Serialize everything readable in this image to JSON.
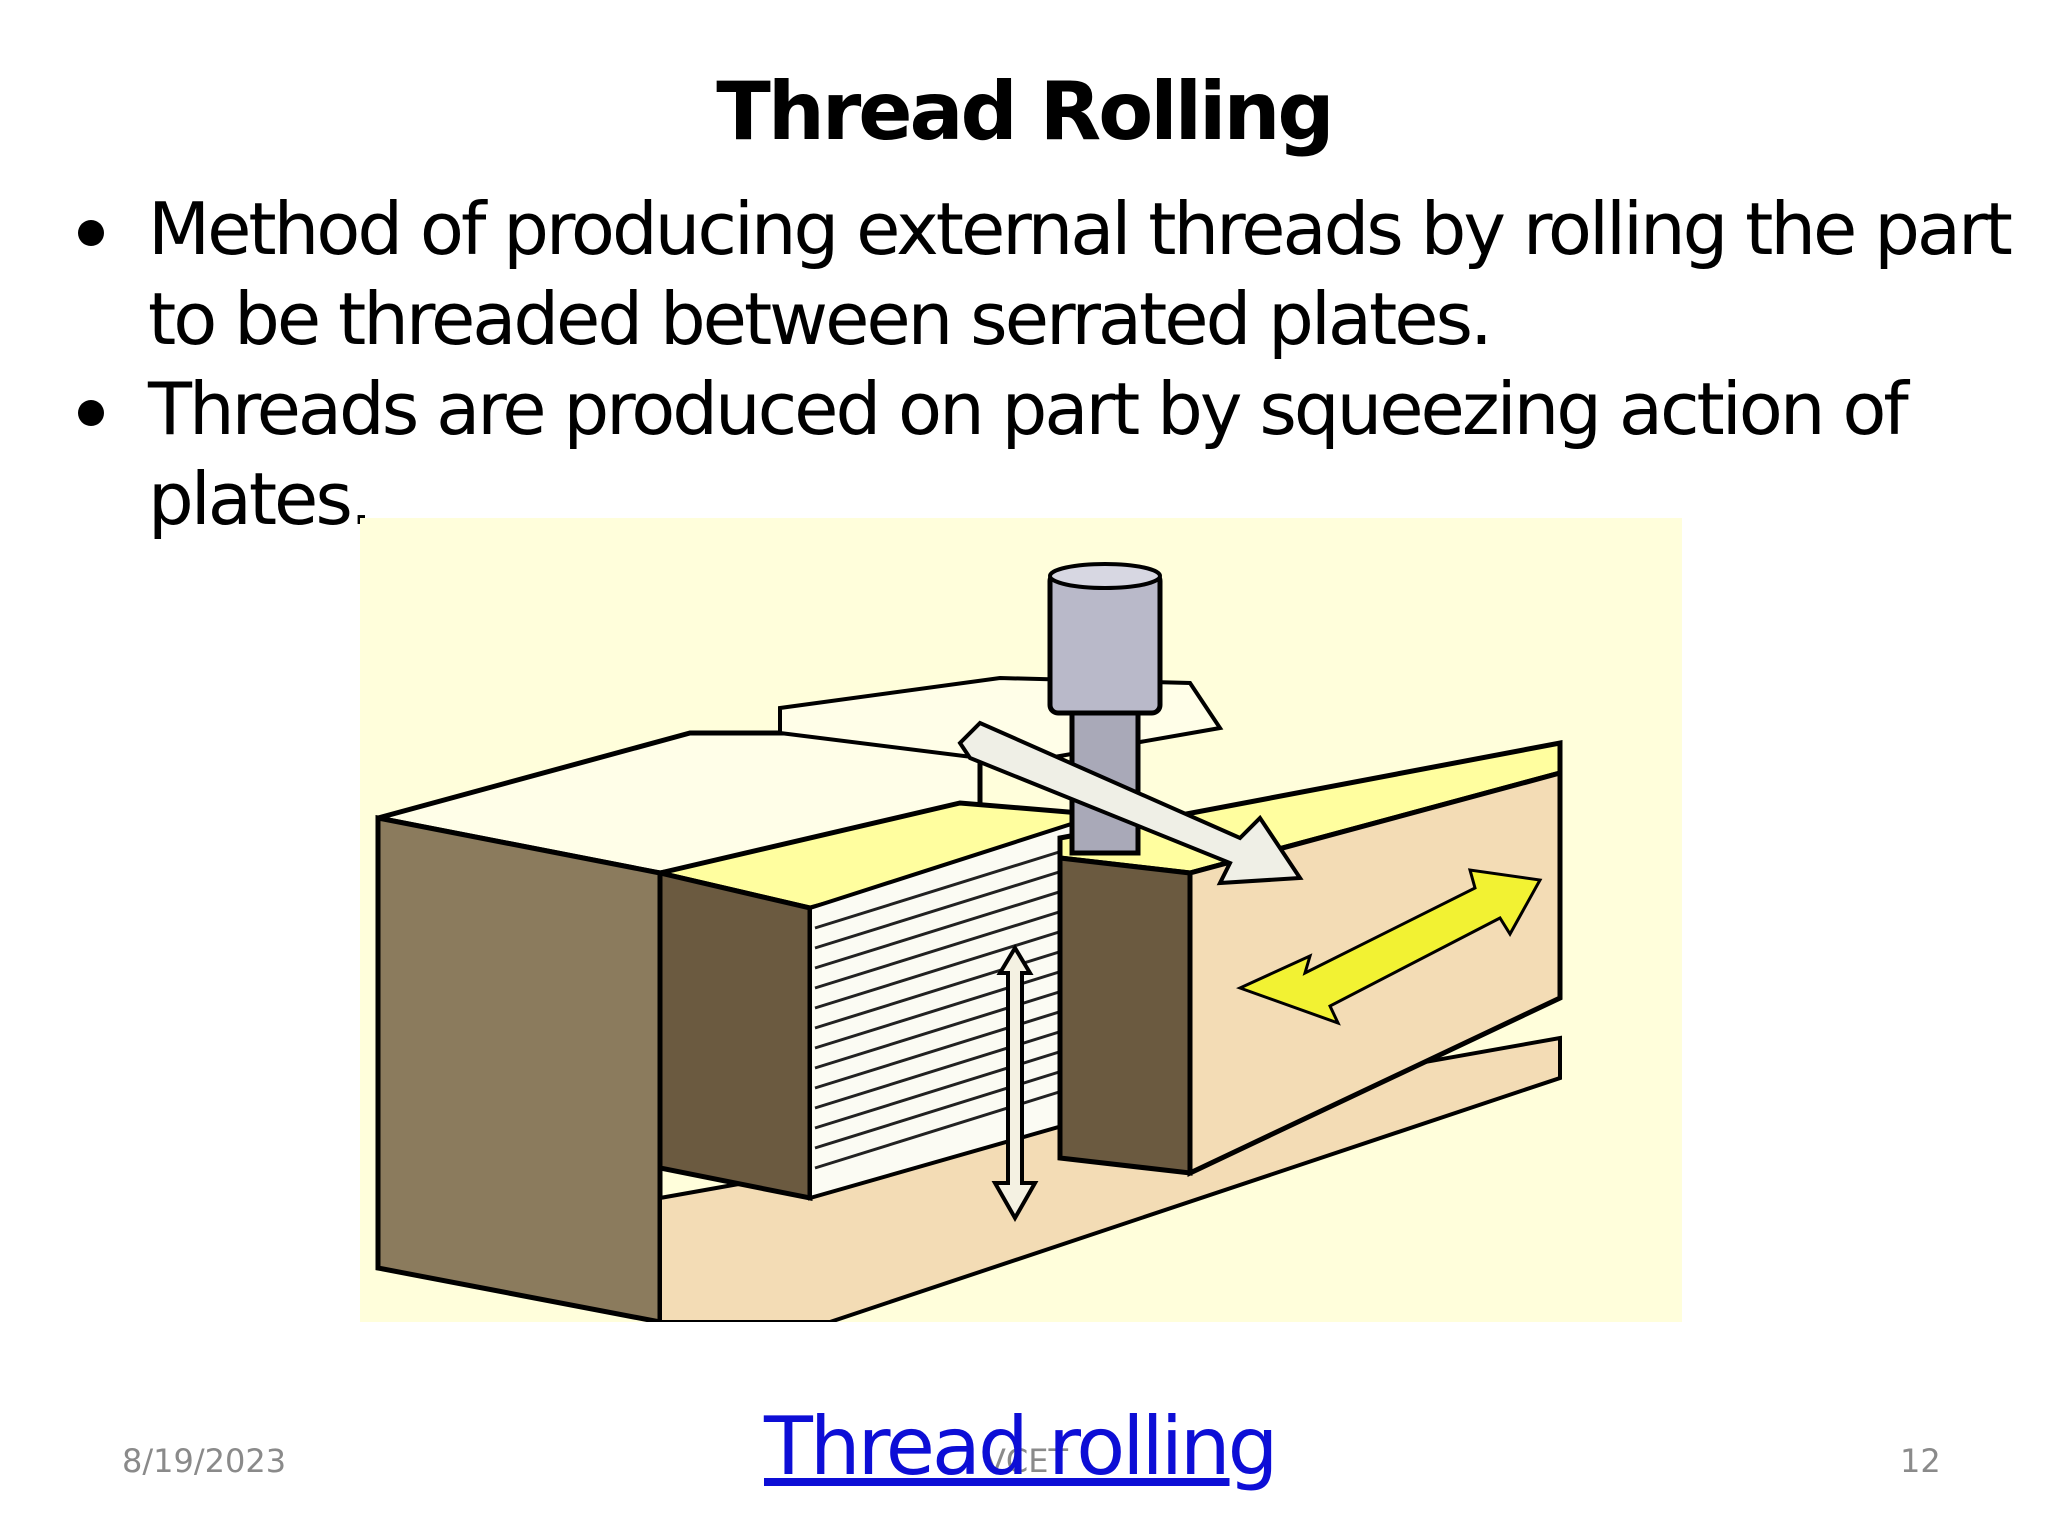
{
  "slide": {
    "title": "Thread Rolling",
    "bullets": [
      "Method of producing external threads by rolling the part to be threaded between serrated plates.",
      "Threads are produced on part by squeezing action of plates."
    ],
    "link_text": "Thread rolling ",
    "footer": {
      "date": "8/19/2023",
      "center": "VCET",
      "page_number": "12"
    }
  },
  "colors": {
    "link": "#0d0ed6",
    "figure_background": "#fffedb",
    "plate_dark": "#8b7b5d",
    "plate_tan": "#f3dcb5",
    "plate_top": "#fffe9f",
    "arrow_yellow": "#f2f233"
  }
}
